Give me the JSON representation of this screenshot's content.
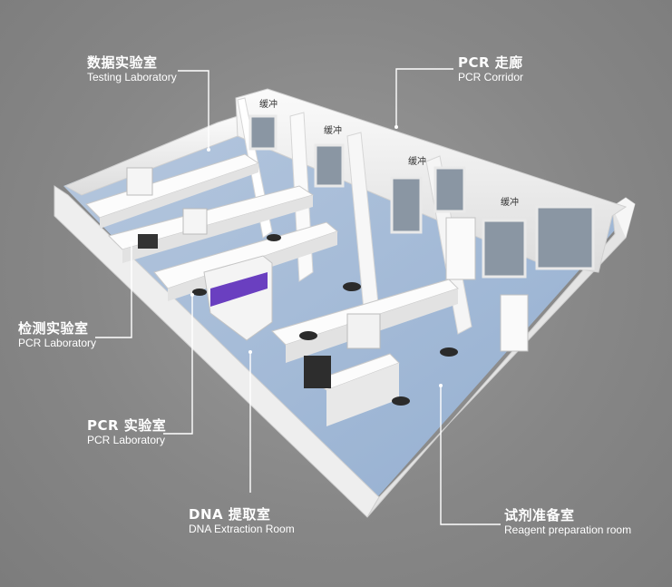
{
  "labels": {
    "data_lab": {
      "zh": "数据实验室",
      "en": "Testing Laboratory"
    },
    "pcr_corridor": {
      "zh": "PCR 走廊",
      "en": "PCR Corridor"
    },
    "detect_lab": {
      "zh": "检测实验室",
      "en": "PCR Laboratory"
    },
    "pcr_lab": {
      "zh": "PCR 实验室",
      "en": "PCR Laboratory"
    },
    "dna_room": {
      "zh": "DNA 提取室",
      "en": "DNA Extraction Room"
    },
    "reagent_room": {
      "zh": "试剂准备室",
      "en": "Reagent preparation room"
    }
  },
  "buffers": [
    "缓冲",
    "缓冲",
    "缓冲",
    "缓冲"
  ],
  "colors": {
    "background": "#858585",
    "floor": "#9fb7d4",
    "wall": "#f2f2f2",
    "leader": "#ffffff",
    "accent": "#6a3fc0"
  }
}
